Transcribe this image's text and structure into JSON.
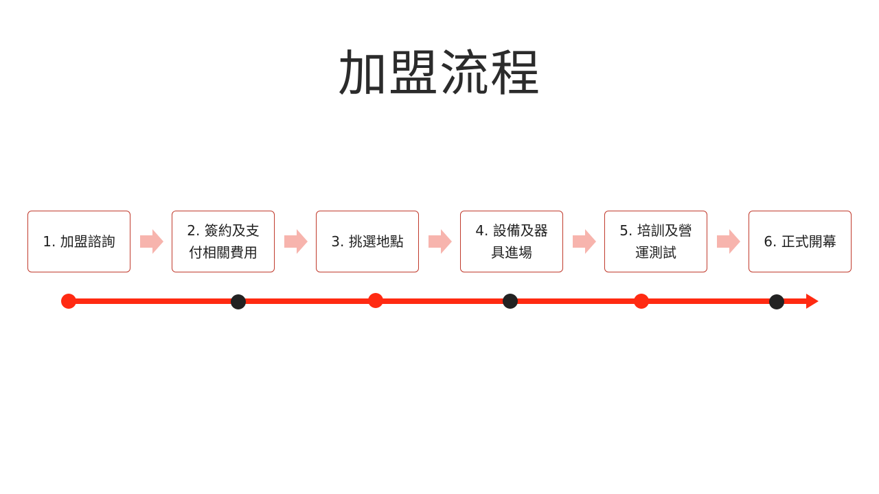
{
  "title": "加盟流程",
  "steps": [
    {
      "label": "1. 加盟諮詢"
    },
    {
      "label": "2. 簽約及支付相關費用"
    },
    {
      "label": "3. 挑選地點"
    },
    {
      "label": "4. 設備及器具進場"
    },
    {
      "label": "5. 培訓及營運測試"
    },
    {
      "label": "6. 正式開幕"
    }
  ],
  "colors": {
    "timeline": "#ff2a12",
    "dot_red": "#ff2a12",
    "dot_dark": "#222222",
    "box_border": "#c0392b",
    "step_arrow": "#f7b4ad"
  }
}
